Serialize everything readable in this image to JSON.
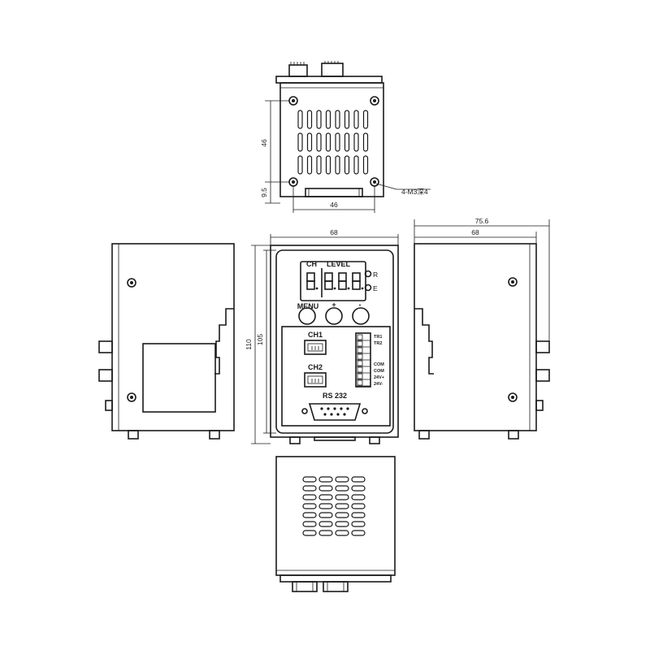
{
  "dimensions": {
    "top_height": "46",
    "top_offset": "9.5",
    "top_width": "46",
    "hole_note": "4-M3深4",
    "front_width": "68",
    "total_height": "110",
    "body_height": "105",
    "right_depth_total": "75.6",
    "right_depth": "68"
  },
  "panel": {
    "ch": "CH",
    "level": "LEVEL",
    "led_r": "R",
    "led_e": "E",
    "menu": "MENU",
    "plus": "+",
    "minus": "-",
    "ch1": "CH1",
    "ch2": "CH2",
    "rs232": "RS 232",
    "terminals": [
      "TR1",
      "TR2",
      "COM",
      "COM",
      "24V+",
      "24V-"
    ]
  }
}
